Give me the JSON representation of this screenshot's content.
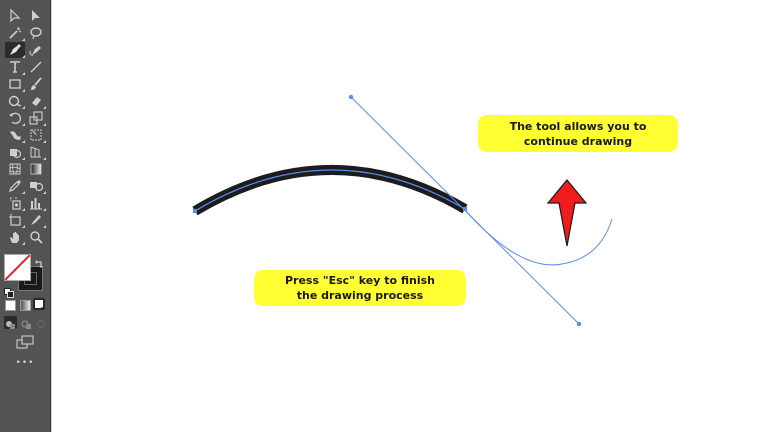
{
  "toolbar": {
    "tools": [
      {
        "name": "selection-tool",
        "row": 0,
        "col": 0
      },
      {
        "name": "direct-selection-tool",
        "row": 0,
        "col": 1
      },
      {
        "name": "magic-wand-tool",
        "row": 1,
        "col": 0
      },
      {
        "name": "lasso-tool",
        "row": 1,
        "col": 1
      },
      {
        "name": "pen-tool",
        "row": 2,
        "col": 0,
        "active": true
      },
      {
        "name": "curvature-tool",
        "row": 2,
        "col": 1
      },
      {
        "name": "type-tool",
        "row": 3,
        "col": 0
      },
      {
        "name": "line-segment-tool",
        "row": 3,
        "col": 1
      },
      {
        "name": "rectangle-tool",
        "row": 4,
        "col": 0
      },
      {
        "name": "paintbrush-tool",
        "row": 4,
        "col": 1
      },
      {
        "name": "shaper-tool",
        "row": 5,
        "col": 0
      },
      {
        "name": "eraser-tool",
        "row": 5,
        "col": 1
      },
      {
        "name": "rotate-tool",
        "row": 6,
        "col": 0
      },
      {
        "name": "scale-tool",
        "row": 6,
        "col": 1
      },
      {
        "name": "puppet-warp-tool",
        "row": 7,
        "col": 0
      },
      {
        "name": "free-transform-tool",
        "row": 7,
        "col": 1
      },
      {
        "name": "shape-builder-tool",
        "row": 8,
        "col": 0
      },
      {
        "name": "perspective-grid-tool",
        "row": 8,
        "col": 1
      },
      {
        "name": "mesh-tool",
        "row": 9,
        "col": 0
      },
      {
        "name": "gradient-tool",
        "row": 9,
        "col": 1
      },
      {
        "name": "eyedropper-tool",
        "row": 10,
        "col": 0
      },
      {
        "name": "blend-tool",
        "row": 10,
        "col": 1
      },
      {
        "name": "symbol-sprayer-tool",
        "row": 11,
        "col": 0
      },
      {
        "name": "column-graph-tool",
        "row": 11,
        "col": 1
      },
      {
        "name": "artboard-tool",
        "row": 12,
        "col": 0
      },
      {
        "name": "slice-tool",
        "row": 12,
        "col": 1
      },
      {
        "name": "hand-tool",
        "row": 13,
        "col": 0
      },
      {
        "name": "zoom-tool",
        "row": 13,
        "col": 1
      }
    ],
    "fill_stroke": {
      "fill": "none",
      "stroke": "#1a1a1a"
    },
    "more_label": "•••"
  },
  "callouts": {
    "top_right": "The tool allows you to\ncontinue drawing",
    "bottom_center": "Press \"Esc\" key to finish\nthe drawing process"
  },
  "colors": {
    "toolbar_bg": "#535353",
    "callout_bg": "#ffff33",
    "path_blue": "#5b8bf0",
    "stroke_black": "#1c1c1c",
    "arrow_red": "#ee1c1c"
  }
}
